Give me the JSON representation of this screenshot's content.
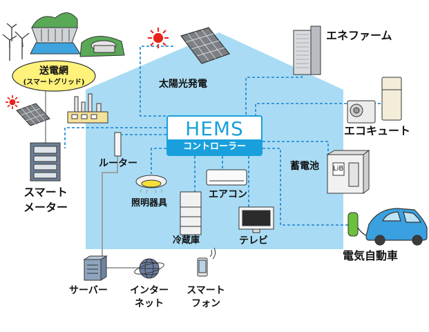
{
  "hems": {
    "title": "HEMS",
    "subtitle": "コントローラー"
  },
  "grid": {
    "title": "送電網",
    "subtitle": "(スマートグリッド)"
  },
  "labels": {
    "solar": "太陽光発電",
    "enefarm": "エネファーム",
    "ecocute": "エコキュート",
    "battery": "蓄電池",
    "battery_mark": "LiB",
    "router": "ルーター",
    "lighting": "照明器具",
    "aircon": "エアコン",
    "fridge": "冷蔵庫",
    "tv": "テレビ",
    "ev": "電気自動車",
    "smartmeter_1": "スマート",
    "smartmeter_2": "メーター",
    "server": "サーバー",
    "internet_1": "インター",
    "internet_2": "ネット",
    "phone_1": "スマート",
    "phone_2": "フォン"
  },
  "colors": {
    "house": "#a9dcf4",
    "accent": "#19a0dc",
    "link": "#2a8fd6",
    "wire": "#999999",
    "grid_badge": "#fff27a",
    "sun": "#e8231b",
    "car": "#3aa0e0",
    "charger": "#6ac13a"
  }
}
